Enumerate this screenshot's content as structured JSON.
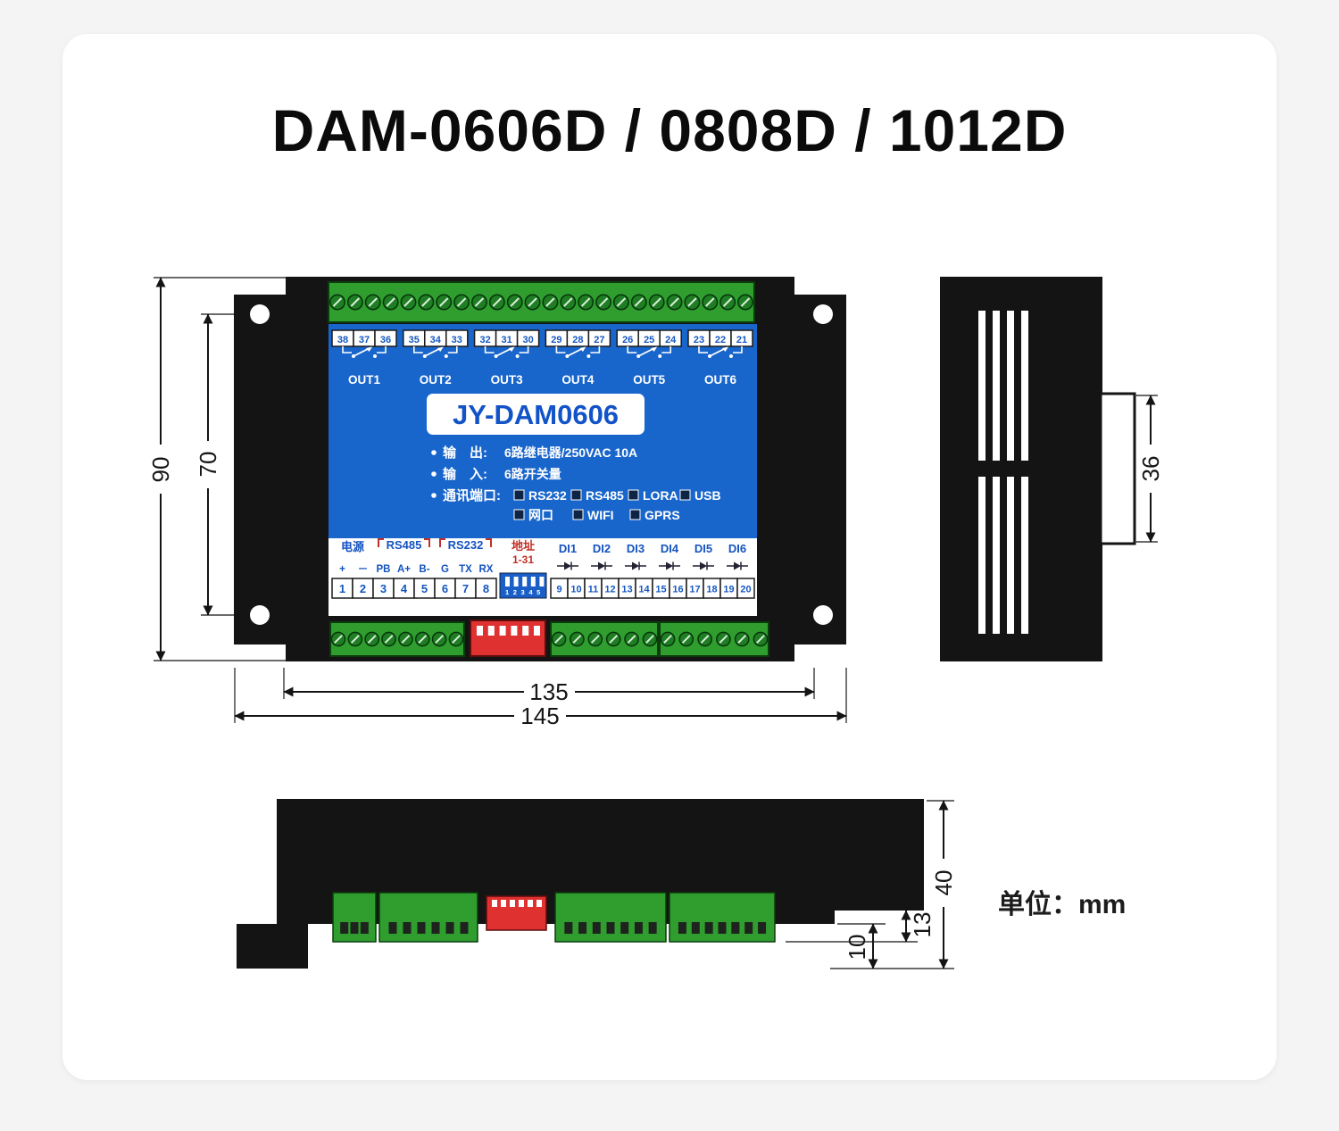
{
  "page": {
    "title": "DAM-0606D / 0808D / 1012D",
    "unit_label": "单位：mm"
  },
  "front_view": {
    "model_label": "JY-DAM0606",
    "top_terminals": [
      "38",
      "37",
      "36",
      "35",
      "34",
      "33",
      "32",
      "31",
      "30",
      "29",
      "28",
      "27",
      "26",
      "25",
      "24",
      "23",
      "22",
      "21"
    ],
    "out_labels": [
      "OUT1",
      "OUT2",
      "OUT3",
      "OUT4",
      "OUT5",
      "OUT6"
    ],
    "spec_lines": [
      {
        "label": "输　出:",
        "value": "6路继电器/250VAC 10A"
      },
      {
        "label": "输　入:",
        "value": "6路开关量"
      }
    ],
    "comm_line": {
      "label": "通讯端口:",
      "options": [
        "RS232",
        "RS485",
        "LORA",
        "USB"
      ]
    },
    "comm_line2": {
      "options": [
        "网口",
        "WIFI",
        "GPRS"
      ]
    },
    "wiring": {
      "power_label": "电源",
      "power_pins": [
        "+",
        "－"
      ],
      "rs485_label": "RS485",
      "rs485_pins": [
        "PB",
        "A+",
        "B-"
      ],
      "rs232_label": "RS232",
      "rs232_pins": [
        "G",
        "TX",
        "RX"
      ],
      "addr_label": "地址",
      "addr_range": "1-31",
      "dip_digits": "12345",
      "di_labels": [
        "DI1",
        "DI2",
        "DI3",
        "DI4",
        "DI5",
        "DI6"
      ]
    },
    "bottom_terminals": [
      "1",
      "2",
      "3",
      "4",
      "5",
      "6",
      "7",
      "8",
      "9",
      "10",
      "11",
      "12",
      "13",
      "14",
      "15",
      "16",
      "17",
      "18",
      "19",
      "20"
    ]
  },
  "dimensions": {
    "front_height": "90",
    "front_hole_height": "70",
    "front_inner_width": "135",
    "front_width": "145",
    "side_clip": "36",
    "profile_height": "40",
    "profile_step": "13",
    "profile_foot": "10"
  },
  "colors": {
    "panel_blue": "#1865cb",
    "terminal_green": "#2f9e2f",
    "screw_green": "#1f7d24",
    "dip_red": "#e03131",
    "body_black": "#141414",
    "label_blue": "#1453c0",
    "accent_red": "#c03028"
  }
}
